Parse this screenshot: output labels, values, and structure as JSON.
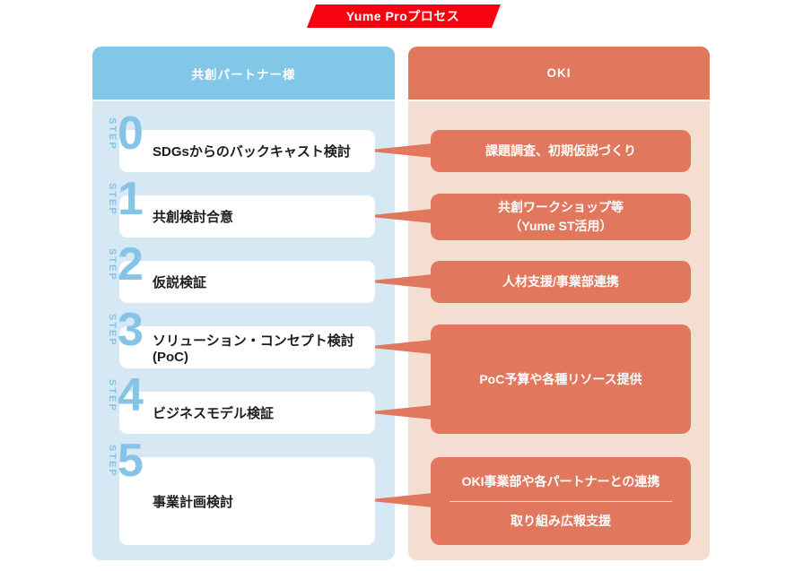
{
  "banner": {
    "title": "Yume Proプロセス"
  },
  "columns": {
    "partner": {
      "header": "共創パートナー様"
    },
    "oki": {
      "header": "OKI"
    }
  },
  "steps": [
    {
      "label": "STEP",
      "number": "0",
      "title": "SDGsからのバックキャスト検討"
    },
    {
      "label": "STEP",
      "number": "1",
      "title": "共創検討合意"
    },
    {
      "label": "STEP",
      "number": "2",
      "title": "仮説検証"
    },
    {
      "label": "STEP",
      "number": "3",
      "title": "ソリューション・コンセプト検討(PoC)"
    },
    {
      "label": "STEP",
      "number": "4",
      "title": "ビジネスモデル検証"
    },
    {
      "label": "STEP",
      "number": "5",
      "title": "事業計画検討"
    }
  ],
  "oki_boxes": [
    {
      "lines": [
        "課題調査、初期仮説づくり"
      ]
    },
    {
      "lines": [
        "共創ワークショップ等",
        "（Yume ST活用）"
      ]
    },
    {
      "lines": [
        "人材支援/事業部連携"
      ]
    },
    {
      "lines": [
        "PoC予算や各種リソース提供"
      ]
    },
    {
      "lines": [
        "OKI事業部や各パートナーとの連携",
        "取り組み広報支援"
      ]
    }
  ],
  "colors": {
    "banner_red": "#f5040f",
    "partner_header_blue": "#82c6e8",
    "partner_body_blue": "#d5e8f3",
    "oki_header_salmon": "#e1775d",
    "oki_body_salmon": "#f3ded1",
    "step_label_blue": "#86c4e7",
    "step_text_dark": "#1e1e1e",
    "box_text_white": "#ffffff"
  }
}
